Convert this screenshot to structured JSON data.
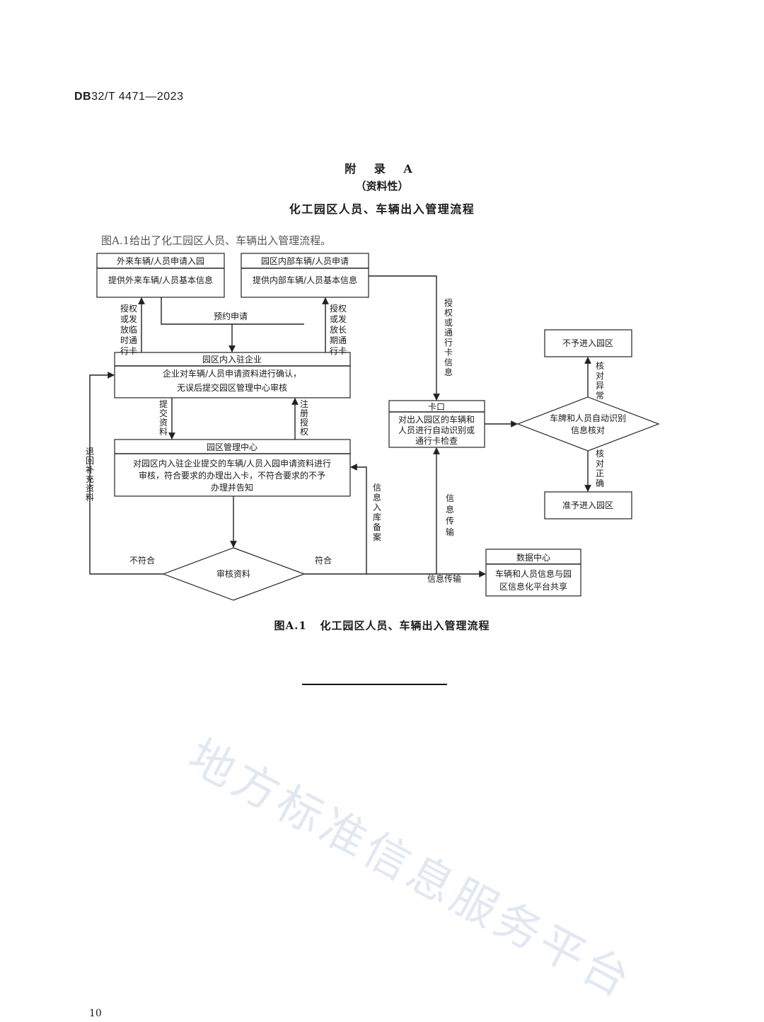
{
  "header": {
    "doc_code_prefix": "DB",
    "doc_code_rest": "32/T  4471—2023"
  },
  "appendix": {
    "title": "附 录 A",
    "type": "（资料性）",
    "name": "化工园区人员、车辆出入管理流程"
  },
  "intro_text": "图A.1给出了化工园区人员、车辆出入管理流程。",
  "flow": {
    "external_title": "外来车辆/人员申请入园",
    "external_body": "提供外来车辆/人员基本信息",
    "internal_title": "园区内部车辆/人员申请",
    "internal_body": "提供内部车辆/人员基本信息",
    "temp_card": [
      "授权",
      "或发",
      "放临",
      "时通",
      "行卡"
    ],
    "reserve": "预约申请",
    "long_card": [
      "授权",
      "或发",
      "放长",
      "期通",
      "行卡"
    ],
    "auth_card_info": [
      "授",
      "权",
      "或",
      "通",
      "行",
      "卡",
      "信",
      "息"
    ],
    "enterprise_title": "园区内入驻企业",
    "enterprise_body_1": "企业对车辆/人员申请资料进行确认，",
    "enterprise_body_2": "无误后提交园区管理中心审核",
    "submit": [
      "提",
      "交",
      "资",
      "料"
    ],
    "register": [
      "注",
      "册",
      "授",
      "权"
    ],
    "return_label": [
      "退",
      "回",
      "补",
      "充",
      "资",
      "料"
    ],
    "center_title": "园区管理中心",
    "center_body_1": "对园区内入驻企业提交的车辆/人员入园申请资料进行",
    "center_body_2": "审核，符合要求的办理出入卡，不符合要求的不予",
    "center_body_3": "办理并告知",
    "review": "审核资料",
    "not_conform": "不符合",
    "conform": "符合",
    "info_storage": [
      "信",
      "息",
      "入",
      "库",
      "备",
      "案"
    ],
    "gate_title": "卡口",
    "gate_body_1": "对出入园区的车辆和",
    "gate_body_2": "人员进行自动识别或",
    "gate_body_3": "通行卡检查",
    "info_transfer_v": [
      "信",
      "息",
      "传",
      "输"
    ],
    "info_transfer_h": "信息传输",
    "datacenter_title": "数据中心",
    "datacenter_body_1": "车辆和人员信息与园",
    "datacenter_body_2": "区信息化平台共享",
    "recognize_1": "车牌和人员自动识别",
    "recognize_2": "信息核对",
    "abnormal": [
      "核",
      "对",
      "异",
      "常"
    ],
    "correct": [
      "核",
      "对",
      "正",
      "确"
    ],
    "deny": "不予进入园区",
    "allow": "准予进入园区"
  },
  "caption": "图A.1   化工园区人员、车辆出入管理流程",
  "watermark": "地方标准信息服务平台",
  "page_number": "10"
}
